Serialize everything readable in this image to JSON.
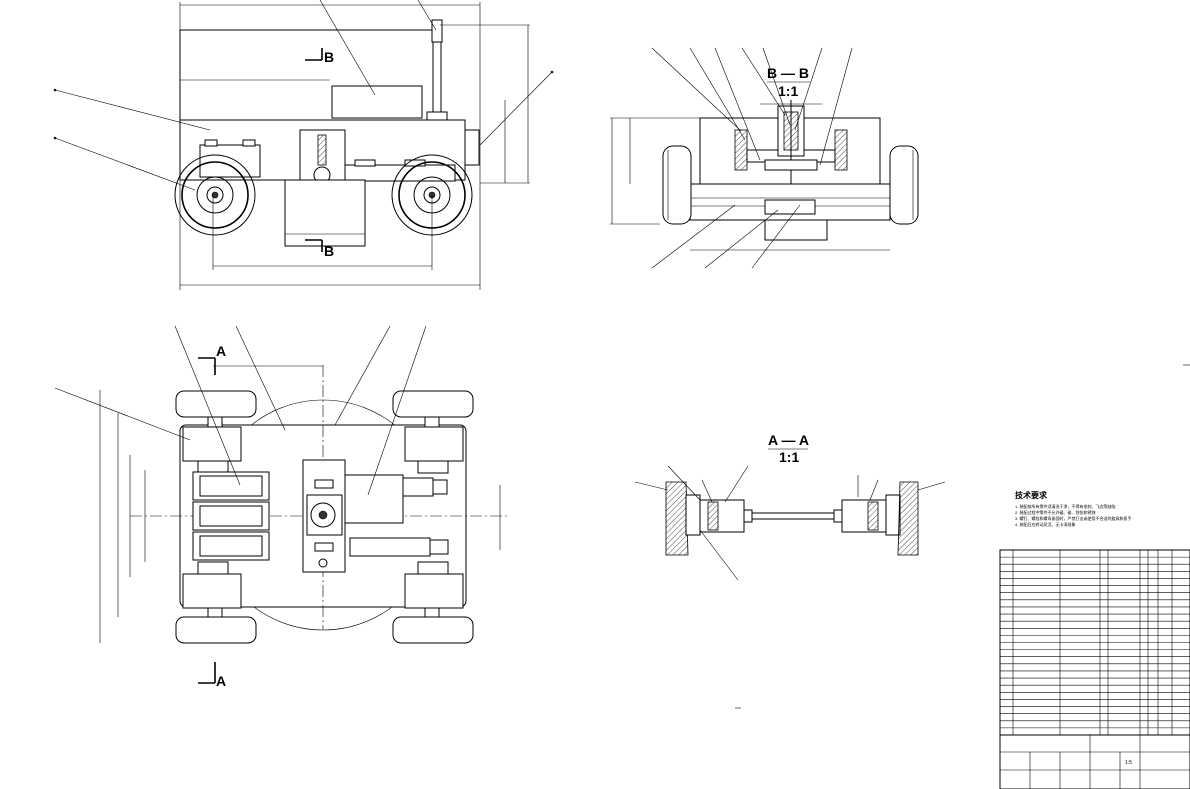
{
  "section_labels": {
    "view_b": "B — B",
    "view_a": "A — A",
    "scale_b": "1:1",
    "scale_a": "1:1",
    "marker_b": "B",
    "marker_a": "A"
  },
  "colors": {
    "ink": "#000000",
    "paper": "#ffffff",
    "hatch": "#000000"
  },
  "technical_requirements": {
    "title": "技术要求",
    "lines": [
      "1. 装配前所有零件须清洗干净，不得有毛刺、飞边等缺陷",
      "2. 装配过程中零件不允许磕、碰、划伤和锈蚀",
      "3. 螺钉、螺栓和螺母紧固时，严禁打击或使用不合适的旋具和扳手",
      "4. 装配后应转动灵活，无卡滞现象"
    ]
  },
  "title_block": {
    "drawing_name": "",
    "scale": "1:5",
    "material": "",
    "drawing_number": ""
  }
}
